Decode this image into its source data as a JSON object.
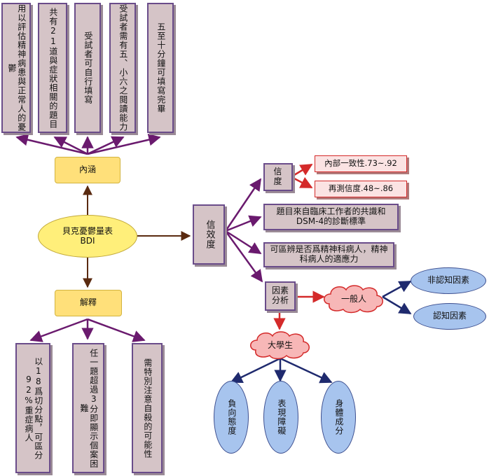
{
  "top_boxes": [
    "用以評估精神病患與正常人的憂鬱",
    "共有21道與症狀相關的題目",
    "受試者可自行填寫",
    "受試者需有五、小六之閱讀能力",
    "五至十分鐘可填寫完畢"
  ],
  "nodes": {
    "neihan": "內涵",
    "center_line1": "貝克憂鬱量表",
    "center_line2": "BDI",
    "jieshi": "解釋",
    "xinxiaodu": "信效度",
    "xindu": "信度",
    "internal_consistency": "內部一致性.73~.92",
    "retest": "再測信度.48~.86",
    "validity1": "題目來自臨床工作者的共識和DSM-4的診斷標準",
    "validity2": "可區辨是否爲精神科病人，精神科病人的適應力",
    "factor": "因素分析",
    "general": "一般人",
    "noncognitive": "非認知因素",
    "cognitive": "認知因素",
    "college": "大學生",
    "negative_attitude": "負向態度",
    "performance": "表現障礙",
    "somatic": "身體成分"
  },
  "bottom_boxes": [
    "以18爲切分點，可區分92%重症病人",
    "任一題超過3分即顯示個案困難",
    "需特別注意自殺的可能性"
  ]
}
